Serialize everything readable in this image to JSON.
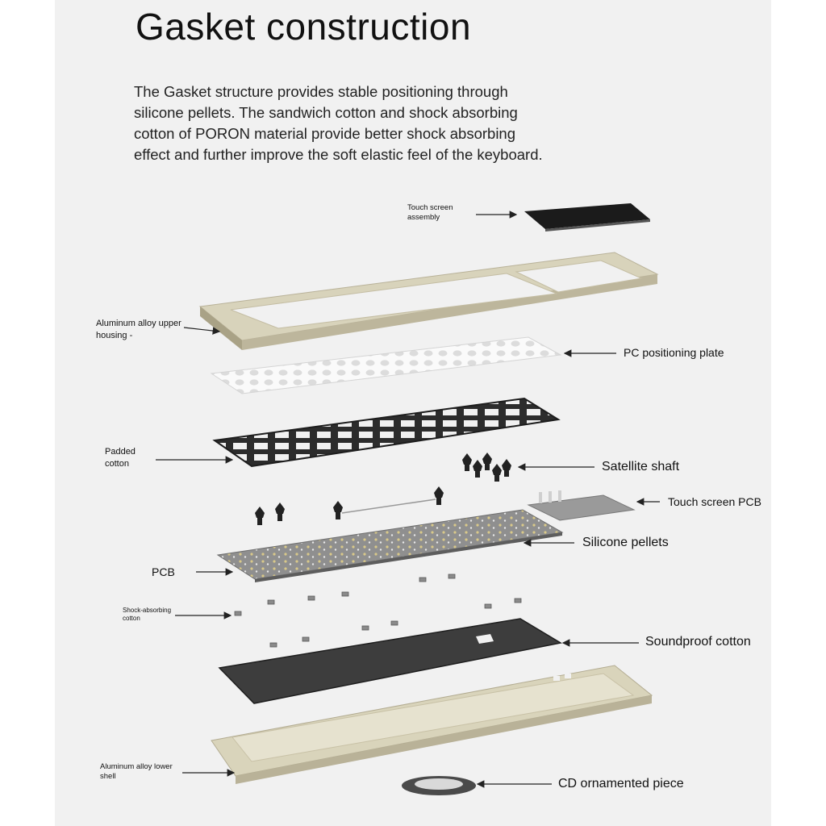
{
  "header": {
    "title": "Gasket construction",
    "description_lines": [
      "The Gasket structure provides stable positioning through",
      "silicone pellets. The sandwich cotton and shock absorbing",
      "cotton of PORON material provide better shock absorbing",
      "effect and further improve the soft elastic feel of the keyboard."
    ]
  },
  "labels": {
    "touch_screen_assembly": [
      "Touch screen",
      "assembly"
    ],
    "upper_housing": [
      "Aluminum alloy upper",
      "housing -"
    ],
    "pc_plate": "PC positioning plate",
    "padded_cotton": [
      "Padded",
      "cotton"
    ],
    "satellite_shaft": "Satellite shaft",
    "touch_screen_pcb": "Touch screen PCB",
    "silicone_pellets": "Silicone pellets",
    "pcb": "PCB",
    "shock_absorbing_cotton": [
      "Shock-absorbing",
      "cotton"
    ],
    "soundproof_cotton": "Soundproof cotton",
    "lower_shell": [
      "Aluminum alloy lower",
      "shell"
    ],
    "cd_piece": "CD ornamented piece"
  },
  "colors": {
    "background": "#f1f1f1",
    "aluminum": "#d8d3bb",
    "foam_dark": "#2c2c2c",
    "pcb_gray": "#8e8e8e",
    "plate_white": "#fafafa"
  }
}
